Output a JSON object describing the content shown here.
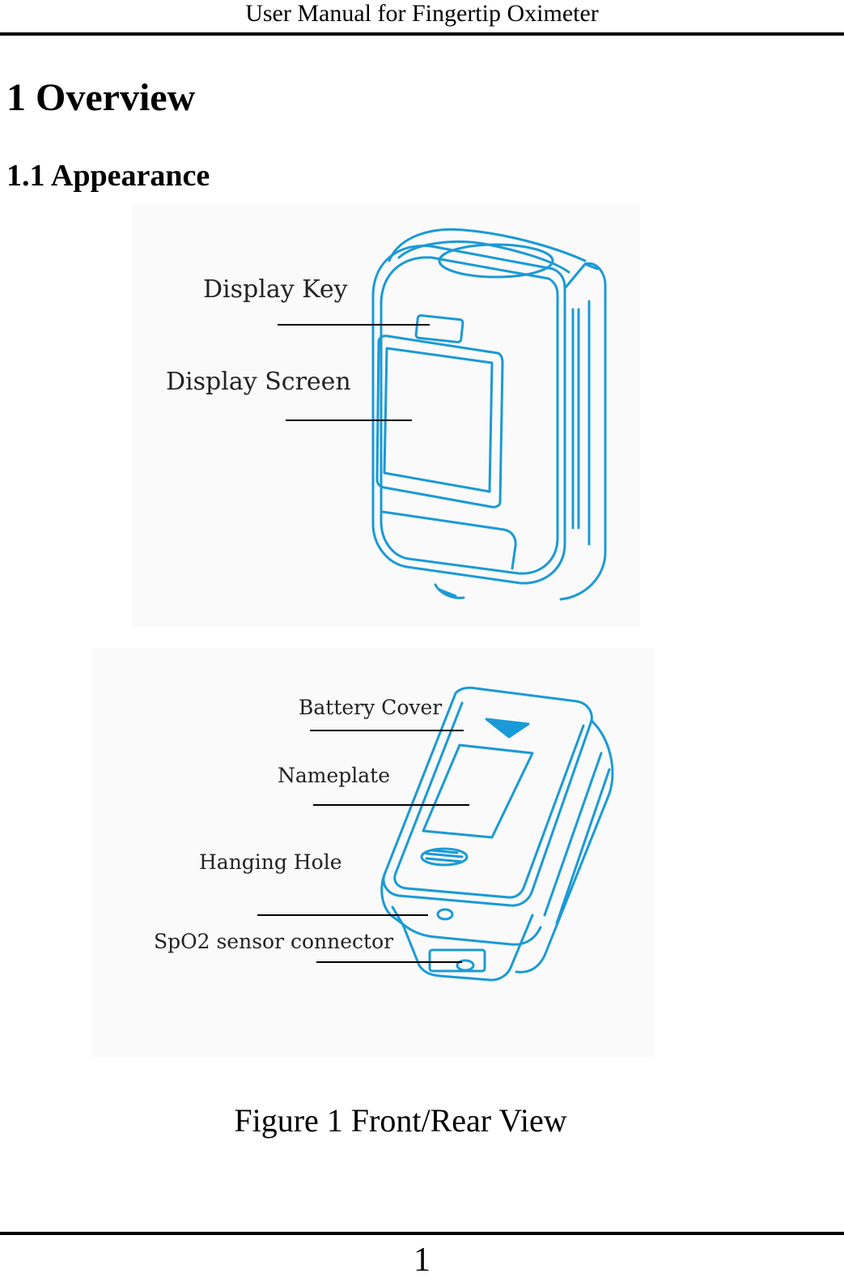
{
  "header": {
    "title": "User Manual for Fingertip Oximeter"
  },
  "section": {
    "heading": "1 Overview",
    "subheading": "1.1 Appearance"
  },
  "figure": {
    "front_labels": {
      "display_key": "Display Key",
      "display_screen": "Display Screen"
    },
    "rear_labels": {
      "battery_cover": "Battery Cover",
      "nameplate": "Nameplate",
      "hanging_hole": "Hanging Hole",
      "sensor_connector": "SpO2 sensor connector"
    },
    "caption": "Figure 1 Front/Rear View",
    "line_color": "#1a9ad6"
  },
  "footer": {
    "page_number": "1"
  }
}
